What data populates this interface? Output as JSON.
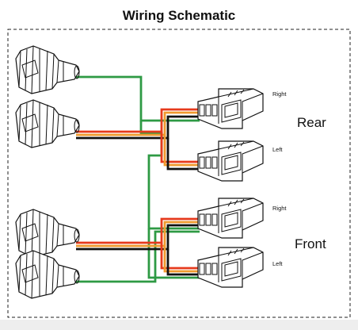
{
  "title": "Wiring Schematic",
  "groups": {
    "rear": "Rear",
    "front": "Front"
  },
  "connectors": [
    {
      "label": "Right"
    },
    {
      "label": "Left"
    },
    {
      "label": "Right"
    },
    {
      "label": "Left"
    }
  ],
  "colors": {
    "green": "#2e9a44",
    "red": "#e63a1c",
    "orange": "#f09a2e",
    "black": "#111111"
  }
}
